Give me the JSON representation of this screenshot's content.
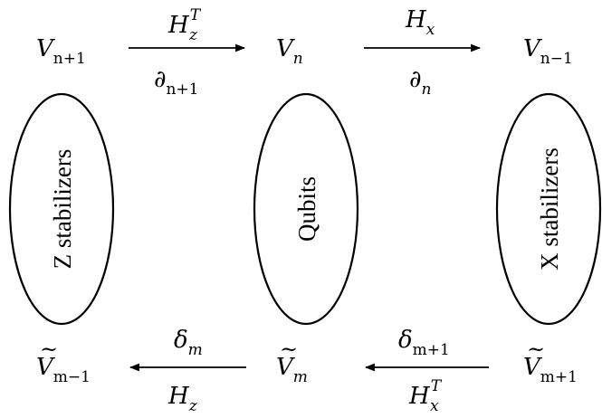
{
  "top_row": {
    "left": {
      "base": "V",
      "sub": "n+1"
    },
    "center": {
      "base": "V",
      "sub": "n"
    },
    "right": {
      "base": "V",
      "sub": "n−1"
    },
    "arrow_left": {
      "above": {
        "base": "H",
        "sub": "z",
        "sup": "T"
      },
      "below": {
        "base": "∂",
        "sub": "n+1"
      }
    },
    "arrow_right": {
      "above": {
        "base": "H",
        "sub": "x"
      },
      "below": {
        "base": "∂",
        "sub": "n"
      }
    }
  },
  "ellipses": {
    "left": "Z stabilizers",
    "center": "Qubits",
    "right": "X stabilizers"
  },
  "bottom_row": {
    "left": {
      "base": "V",
      "accent": "~",
      "sub": "m−1"
    },
    "center": {
      "base": "V",
      "accent": "~",
      "sub": "m"
    },
    "right": {
      "base": "V",
      "accent": "~",
      "sub": "m+1"
    },
    "arrow_left": {
      "above": {
        "base": "δ",
        "sub": "m"
      },
      "below": {
        "base": "H",
        "sub": "z"
      }
    },
    "arrow_right": {
      "above": {
        "base": "δ",
        "sub": "m+1"
      },
      "below": {
        "base": "H",
        "sub": "x",
        "sup": "T"
      }
    }
  }
}
